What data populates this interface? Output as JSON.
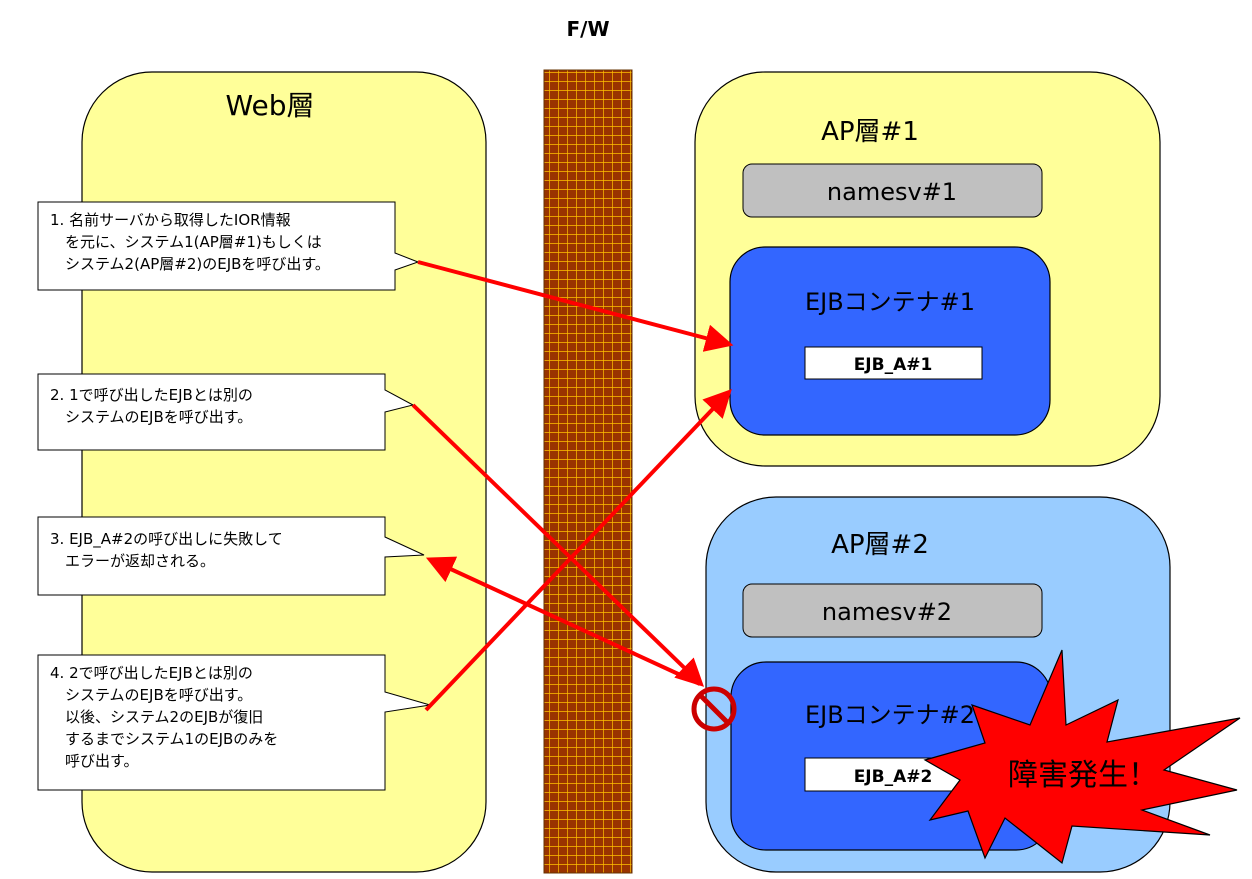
{
  "firewall": {
    "label": "F/W"
  },
  "web_layer": {
    "title": "Web層"
  },
  "ap1": {
    "title": "AP層#1",
    "namesv": "namesv#1",
    "container": "EJBコンテナ#1",
    "ejb": "EJB_A#1"
  },
  "ap2": {
    "title": "AP層#2",
    "namesv": "namesv#2",
    "container": "EJBコンテナ#2",
    "ejb": "EJB_A#2",
    "failure": "障害発生！"
  },
  "notes": {
    "n1": [
      "1. 名前サーバから取得したIOR情報",
      "　を元に、システム1(AP層#1)もしくは",
      "　システム2(AP層#2)のEJBを呼び出す。"
    ],
    "n2": [
      "2. 1で呼び出したEJBとは別の",
      "　システムのEJBを呼び出す。"
    ],
    "n3": [
      "3. EJB_A#2の呼び出しに失敗して",
      "　エラーが返却される。"
    ],
    "n4": [
      "4. 2で呼び出したEJBとは別の",
      "　システムのEJBを呼び出す。",
      "　以後、システム2のEJBが復旧",
      "　するまでシステム1のEJBのみを",
      "　呼び出す。"
    ]
  },
  "colors": {
    "web_fill": "#FFFF99",
    "ap1_fill": "#FFFF99",
    "ap2_fill": "#99CCFF",
    "container_fill": "#3366FF",
    "namesv_fill": "#C0C0C0",
    "arrow": "#FF0000",
    "firewall_fill": "#993300",
    "failure_fill": "#FF0000"
  }
}
